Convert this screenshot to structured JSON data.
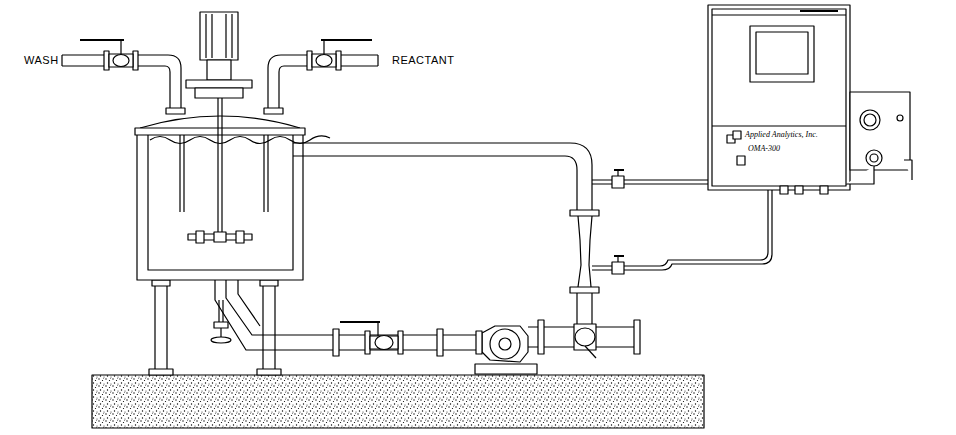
{
  "diagram": {
    "labels": [
      "WASH",
      "REACTANT",
      "Applied Analytics, Inc.",
      "OMA-300"
    ]
  }
}
